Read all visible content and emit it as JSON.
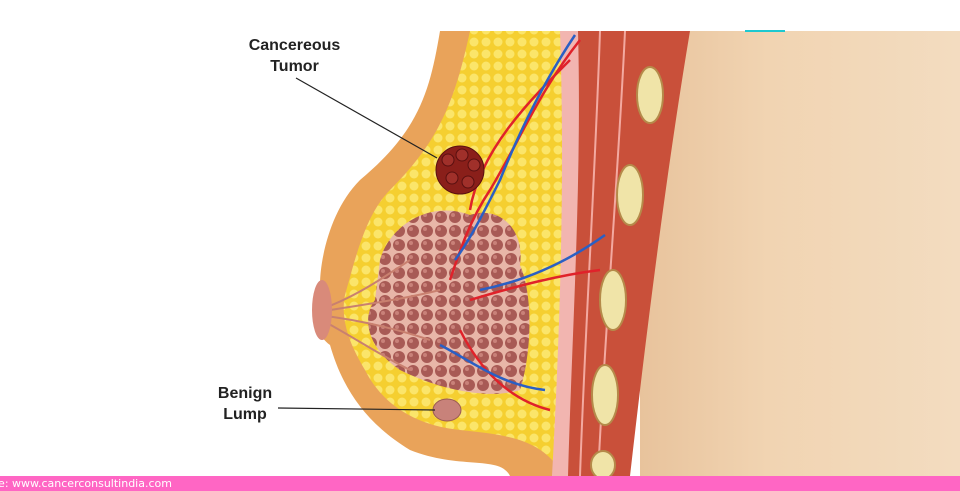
{
  "labels": {
    "tumor": [
      "Cancereous",
      "Tumor"
    ],
    "benign": [
      "Benign",
      "Lump"
    ]
  },
  "source": "ce: www.cancerconsultindia.com",
  "colors": {
    "skin": "#e9a35a",
    "fat": "#f7d23c",
    "body": "#f0d2b0",
    "muscle": "#c9503a",
    "tumor": "#8a1f1a",
    "lobules": "#a8544f",
    "artery": "#e0222a",
    "vein": "#2a5fc4",
    "source_bar": "#ff66c4"
  }
}
